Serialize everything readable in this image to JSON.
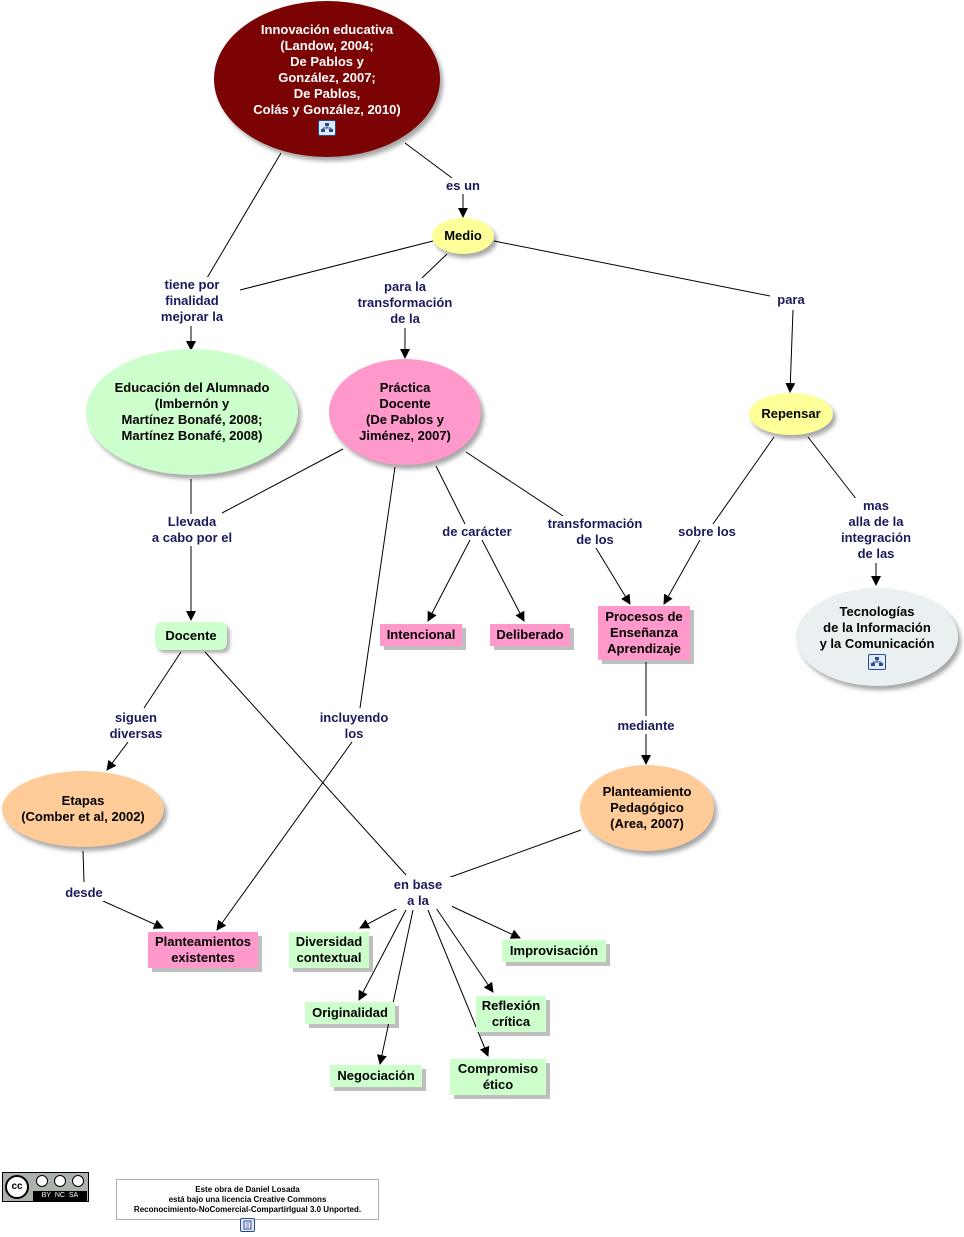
{
  "nodes": {
    "innovacion": "Innovación educativa\n(Landow, 2004;\nDe Pablos y\nGonzález, 2007;\nDe Pablos,\nColás y González, 2010)",
    "medio": "Medio",
    "educacion": "Educación del Alumnado\n(Imbernón y\nMartínez Bonafé, 2008;\nMartínez Bonafé, 2008)",
    "practica": "Práctica\nDocente\n(De Pablos y\nJiménez, 2007)",
    "repensar": "Repensar",
    "docente": "Docente",
    "intencional": "Intencional",
    "deliberado": "Deliberado",
    "procesos": "Procesos de\nEnseñanza\nAprendizaje",
    "tecnologias": "Tecnologías\nde la Información\ny la Comunicación",
    "etapas": "Etapas\n(Comber et al, 2002)",
    "planteamiento": "Planteamiento\nPedagógico\n(Area, 2007)",
    "planteamientos_existentes": "Planteamientos\nexistentes",
    "diversidad": "Diversidad\ncontextual",
    "originalidad": "Originalidad",
    "negociacion": "Negociación",
    "compromiso": "Compromiso\nético",
    "reflexion": "Reflexión\ncrítica",
    "improvisacion": "Improvisación"
  },
  "links": {
    "es_un": "es un",
    "tiene_por": "tiene por\nfinalidad\nmejorar la",
    "para_la": "para la\ntransformación\nde la",
    "para": "para",
    "llevada": "Llevada\na cabo por el",
    "de_caracter": "de carácter",
    "transformacion": "transformación\nde los",
    "sobre_los": "sobre los",
    "mas_alla": "mas\nalla de la\nintegración\nde las",
    "siguen": "siguen\ndiversas",
    "incluyendo": "incluyendo\nlos",
    "mediante": "mediante",
    "desde": "desde",
    "en_base": "en base\na la"
  },
  "license": {
    "badge_text": "BY  NC  SA",
    "text": "Este obra de Daniel Losada\nestá bajo una licencia Creative Commons\nReconocimiento-NoComercial-CompartirIgual 3.0 Unported."
  },
  "colors": {
    "dark_red": "#7b0303",
    "yellow": "#ffff99",
    "light_green": "#ccffcc",
    "pink": "#ff99cc",
    "orange": "#ffcc99",
    "light_gray": "#eaf0f2",
    "link_text": "#1a1a5c"
  },
  "icons": [
    "resource-icon",
    "creative-commons-icon"
  ]
}
